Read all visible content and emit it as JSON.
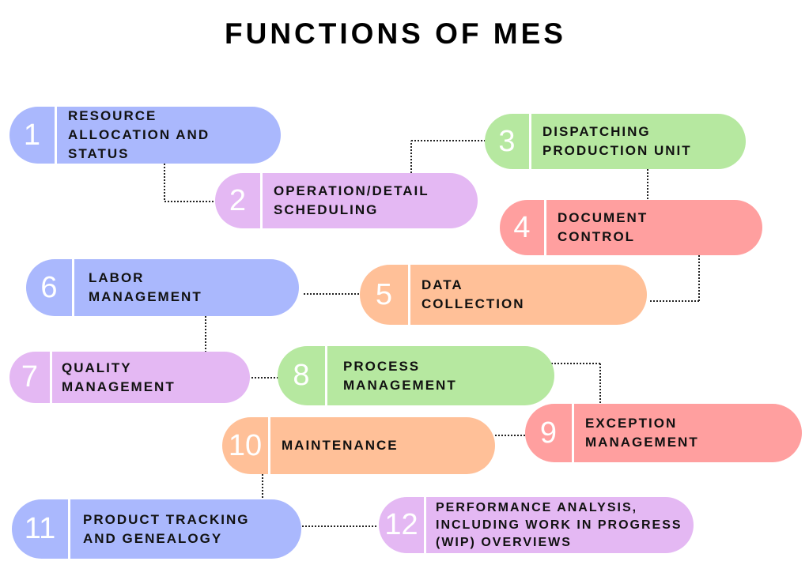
{
  "title": "FUNCTIONS OF MES",
  "colors": {
    "blue": "#aab8fd",
    "purple": "#e4b8f3",
    "green": "#b6e8a0",
    "red": "#ff9f9f",
    "orange": "#ffc098",
    "connector": "#222222"
  },
  "functions": [
    {
      "number": "1",
      "label": "RESOURCE\nALLOCATION AND\nSTATUS",
      "color": "blue"
    },
    {
      "number": "2",
      "label": "OPERATION/DETAIL\nSCHEDULING",
      "color": "purple"
    },
    {
      "number": "3",
      "label": "DISPATCHING\nPRODUCTION UNIT",
      "color": "green"
    },
    {
      "number": "4",
      "label": "DOCUMENT\nCONTROL",
      "color": "red"
    },
    {
      "number": "5",
      "label": "DATA\nCOLLECTION",
      "color": "orange"
    },
    {
      "number": "6",
      "label": "LABOR\nMANAGEMENT",
      "color": "blue"
    },
    {
      "number": "7",
      "label": "QUALITY\nMANAGEMENT",
      "color": "purple"
    },
    {
      "number": "8",
      "label": "PROCESS\nMANAGEMENT",
      "color": "green"
    },
    {
      "number": "9",
      "label": "EXCEPTION\nMANAGEMENT",
      "color": "red"
    },
    {
      "number": "10",
      "label": "MAINTENANCE",
      "color": "orange"
    },
    {
      "number": "11",
      "label": "PRODUCT TRACKING\nAND GENEALOGY",
      "color": "blue"
    },
    {
      "number": "12",
      "label": "PERFORMANCE ANALYSIS,\nINCLUDING WORK IN PROGRESS\n(WIP) OVERVIEWS",
      "color": "purple"
    }
  ],
  "connections": [
    {
      "from": "1",
      "to": "2"
    },
    {
      "from": "2",
      "to": "3"
    },
    {
      "from": "3",
      "to": "4"
    },
    {
      "from": "4",
      "to": "5"
    },
    {
      "from": "5",
      "to": "6"
    },
    {
      "from": "6",
      "to": "7"
    },
    {
      "from": "7",
      "to": "8"
    },
    {
      "from": "8",
      "to": "9"
    },
    {
      "from": "9",
      "to": "10"
    },
    {
      "from": "10",
      "to": "11"
    },
    {
      "from": "11",
      "to": "12"
    }
  ]
}
